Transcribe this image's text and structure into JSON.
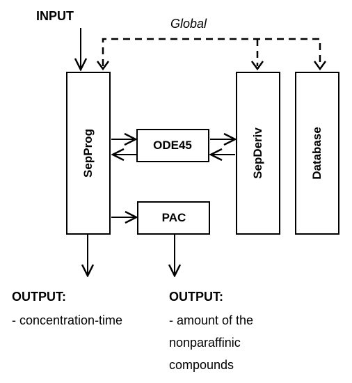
{
  "top": {
    "input_label": "INPUT",
    "global_label": "Global"
  },
  "boxes": {
    "sepprog": "SepProg",
    "ode45": "ODE45",
    "pac": "PAC",
    "sepderiv": "SepDeriv",
    "database": "Database"
  },
  "outputs": {
    "left": {
      "heading": "OUTPUT:",
      "items": [
        "- concentration-time"
      ]
    },
    "right": {
      "heading": "OUTPUT:",
      "lines": [
        "- amount of the",
        "nonparaffinic",
        "compounds"
      ]
    }
  }
}
